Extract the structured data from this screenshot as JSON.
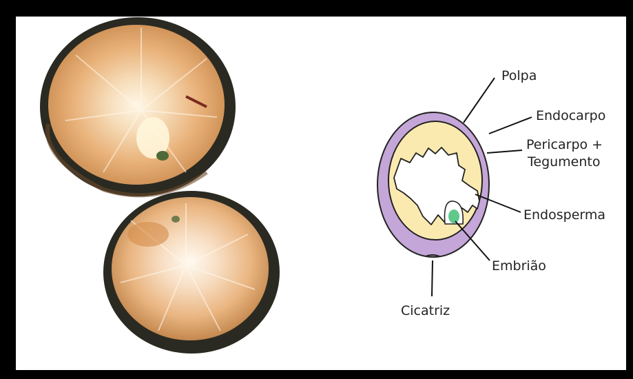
{
  "figure": {
    "photo": {
      "subject": "two halves of a cut fruit"
    },
    "diagram": {
      "labels": {
        "polpa": "Polpa",
        "endocarpo": "Endocarpo",
        "pericarpo_line1": "Pericarpo +",
        "pericarpo_line2": "Tegumento",
        "endosperma": "Endosperma",
        "embriao": "Embrião",
        "cicatriz": "Cicatriz"
      },
      "colors": {
        "outer_layer": "#c4a6d8",
        "pulp": "#fbeab0",
        "cavity": "#ffffff",
        "embryo": "#5ec98a",
        "outline": "#222222"
      }
    }
  }
}
